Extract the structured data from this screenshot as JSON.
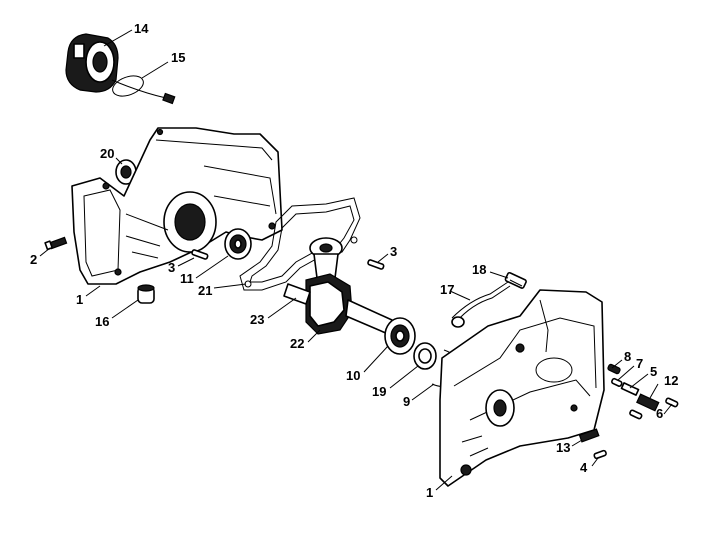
{
  "callouts": [
    {
      "id": "c14",
      "label": "14"
    },
    {
      "id": "c15",
      "label": "15"
    },
    {
      "id": "c20",
      "label": "20"
    },
    {
      "id": "c2",
      "label": "2"
    },
    {
      "id": "c1a",
      "label": "1"
    },
    {
      "id": "c3a",
      "label": "3"
    },
    {
      "id": "c11",
      "label": "11"
    },
    {
      "id": "c21",
      "label": "21"
    },
    {
      "id": "c16",
      "label": "16"
    },
    {
      "id": "c3b",
      "label": "3"
    },
    {
      "id": "c23",
      "label": "23"
    },
    {
      "id": "c22",
      "label": "22"
    },
    {
      "id": "c18",
      "label": "18"
    },
    {
      "id": "c17",
      "label": "17"
    },
    {
      "id": "c10",
      "label": "10"
    },
    {
      "id": "c19",
      "label": "19"
    },
    {
      "id": "c9",
      "label": "9"
    },
    {
      "id": "c8",
      "label": "8"
    },
    {
      "id": "c7",
      "label": "7"
    },
    {
      "id": "c5",
      "label": "5"
    },
    {
      "id": "c12",
      "label": "12"
    },
    {
      "id": "c6",
      "label": "6"
    },
    {
      "id": "c13",
      "label": "13"
    },
    {
      "id": "c4",
      "label": "4"
    },
    {
      "id": "c1b",
      "label": "1"
    }
  ]
}
